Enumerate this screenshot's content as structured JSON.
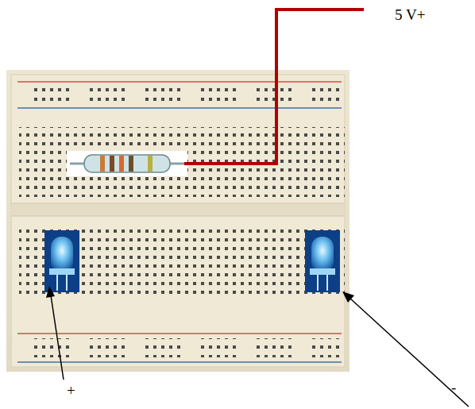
{
  "diagram": {
    "labels": [
      "5 V+",
      "+",
      "-"
    ]
  }
}
